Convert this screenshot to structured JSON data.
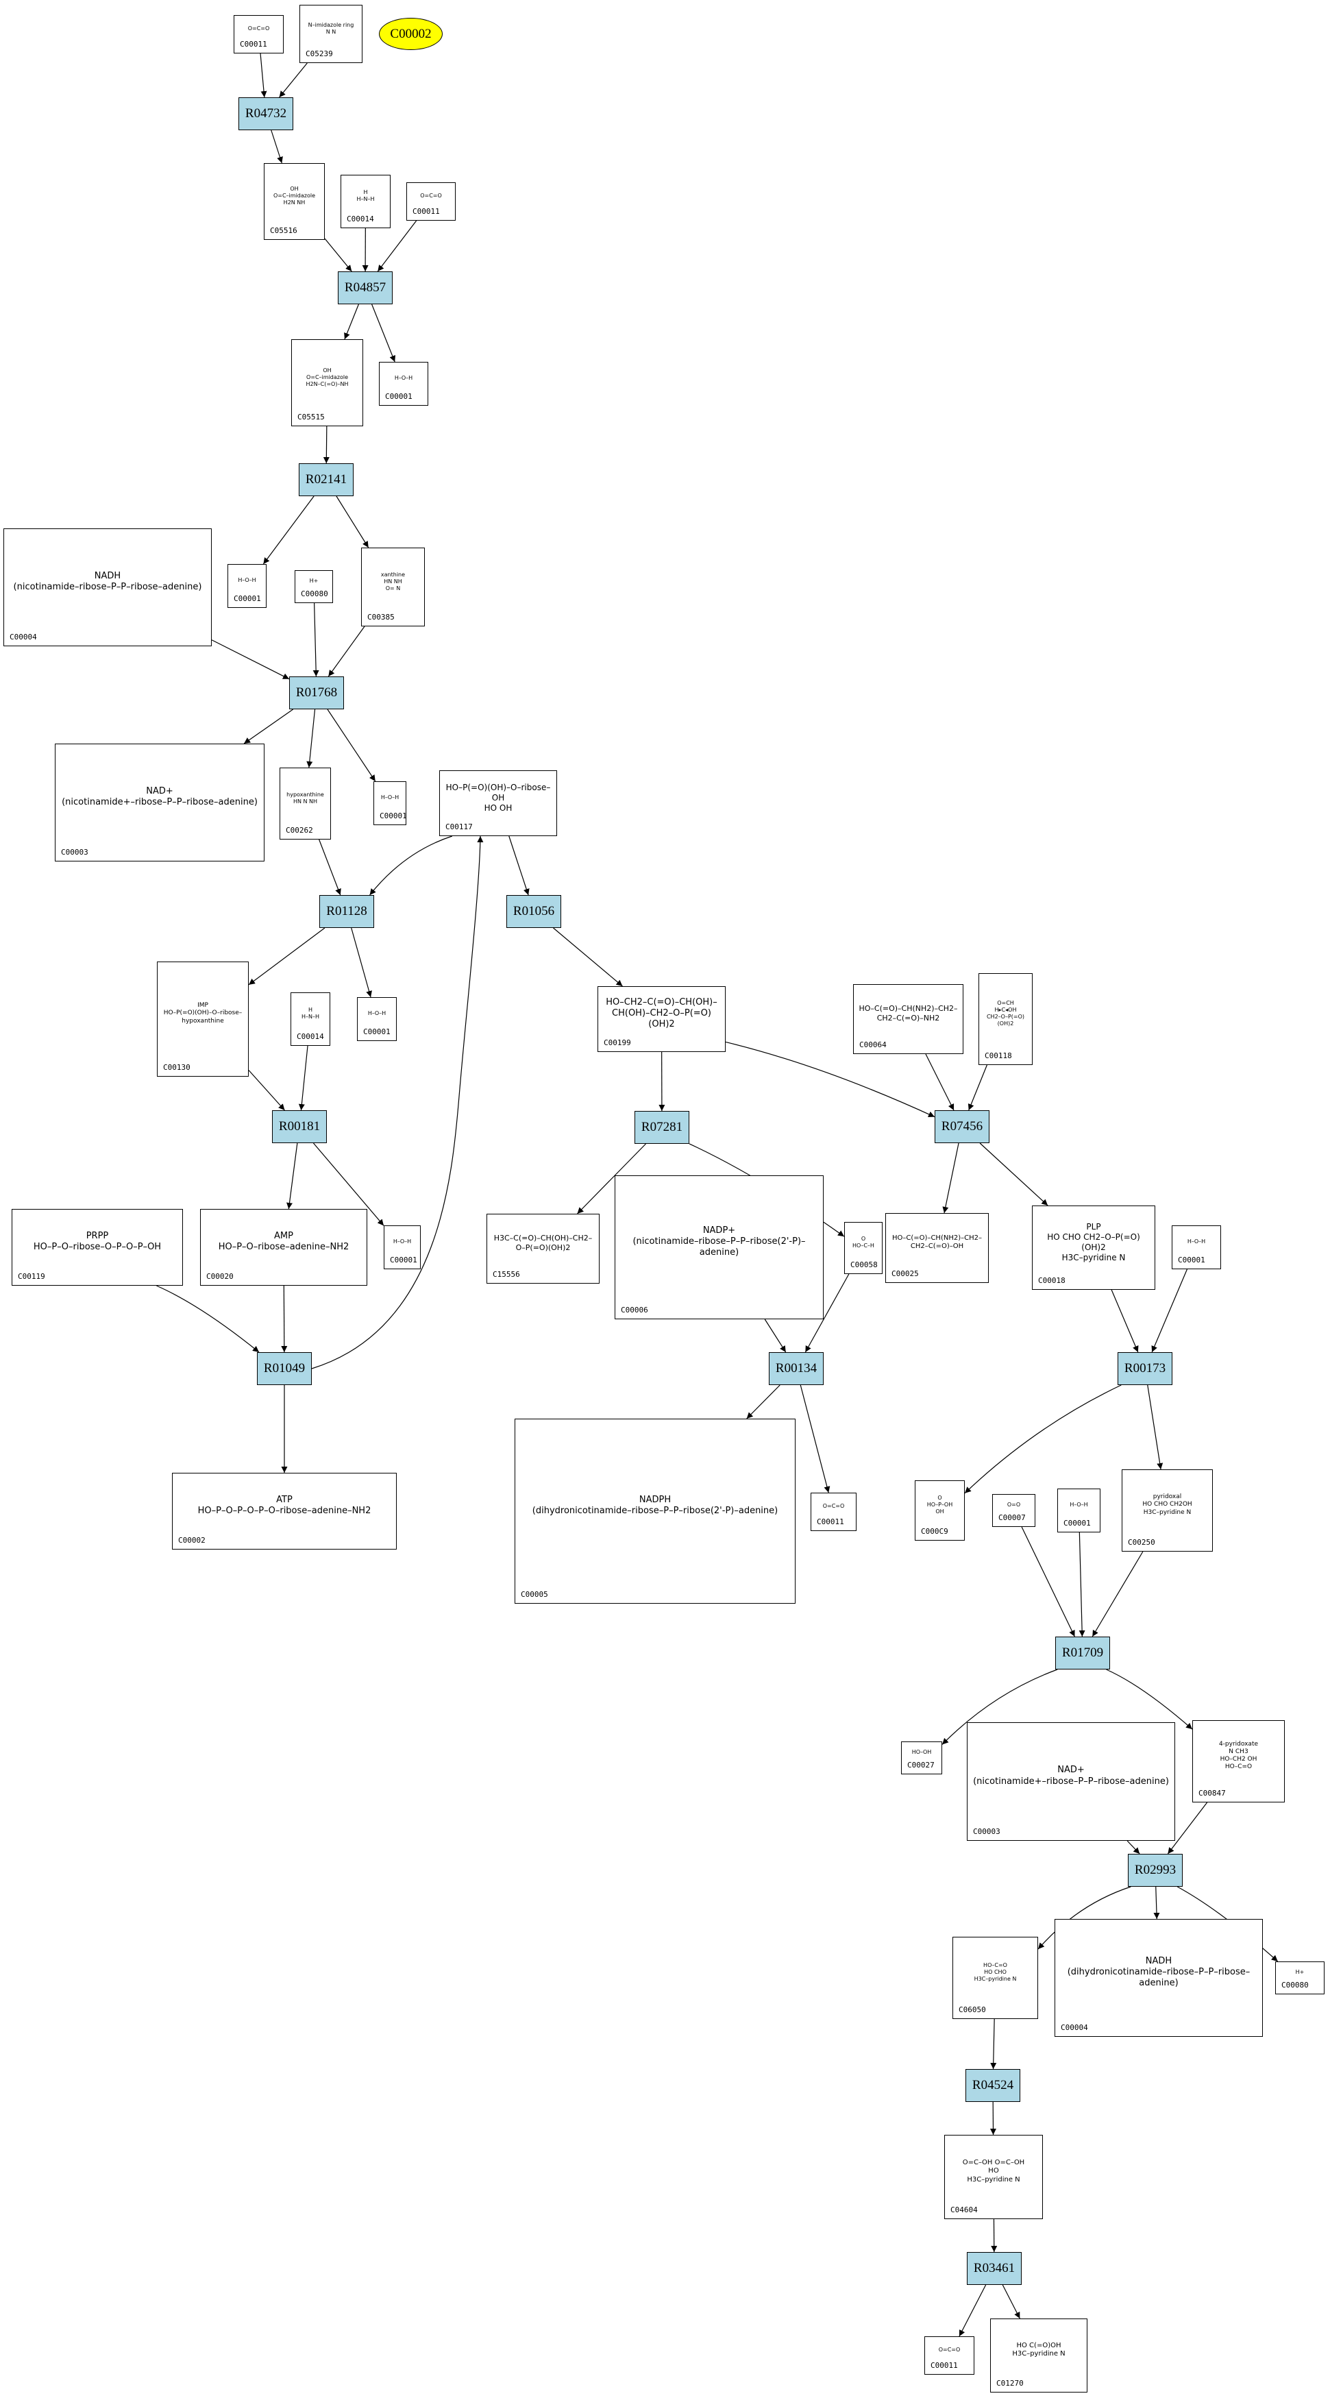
{
  "diagram": {
    "type": "metabolic-pathway-graph",
    "highlight_color": "#ffff00",
    "reaction_color": "#add8e6",
    "legend_node": {
      "label": "C00002"
    },
    "reactions": [
      {
        "id": "R04732"
      },
      {
        "id": "R04857"
      },
      {
        "id": "R02141"
      },
      {
        "id": "R01768"
      },
      {
        "id": "R01128"
      },
      {
        "id": "R01056"
      },
      {
        "id": "R00181"
      },
      {
        "id": "R01049"
      },
      {
        "id": "R07281"
      },
      {
        "id": "R07456"
      },
      {
        "id": "R00134"
      },
      {
        "id": "R00173"
      },
      {
        "id": "R01709"
      },
      {
        "id": "R02993"
      },
      {
        "id": "R04524"
      },
      {
        "id": "R03461"
      }
    ],
    "compounds": [
      {
        "key": "c00011a",
        "id": "C00011",
        "structure": "O=C=O"
      },
      {
        "key": "c05239",
        "id": "C05239",
        "structure": "N–imidazole ring\nN  N"
      },
      {
        "key": "c05516",
        "id": "C05516",
        "structure": "OH\nO=C–imidazole\nH2N   NH"
      },
      {
        "key": "c00014a",
        "id": "C00014",
        "structure": "H\nH–N–H"
      },
      {
        "key": "c00011b",
        "id": "C00011",
        "structure": "O=C=O"
      },
      {
        "key": "c05515",
        "id": "C05515",
        "structure": "OH\nO=C–imidazole\nH2N–C(=O)–NH"
      },
      {
        "key": "c00001a",
        "id": "C00001",
        "structure": "H–O–H"
      },
      {
        "key": "c00004a",
        "id": "C00004",
        "structure": "NADH\n(nicotinamide–ribose–P–P–ribose–adenine)"
      },
      {
        "key": "c00001b",
        "id": "C00001",
        "structure": "H–O–H"
      },
      {
        "key": "c00080a",
        "id": "C00080",
        "structure": "H+"
      },
      {
        "key": "c00385",
        "id": "C00385",
        "structure": "xanthine\nHN  NH\nO=  N"
      },
      {
        "key": "c00003a",
        "id": "C00003",
        "structure": "NAD+\n(nicotinamide+–ribose–P–P–ribose–adenine)"
      },
      {
        "key": "c00262",
        "id": "C00262",
        "structure": "hypoxanthine\nHN  N  NH"
      },
      {
        "key": "c00001c",
        "id": "C00001",
        "structure": "H–O–H"
      },
      {
        "key": "c00117",
        "id": "C00117",
        "structure": "HO–P(=O)(OH)–O–ribose–OH\nHO  OH"
      },
      {
        "key": "c00130",
        "id": "C00130",
        "structure": "IMP\nHO–P(=O)(OH)–O–ribose–hypoxanthine"
      },
      {
        "key": "c00014b",
        "id": "C00014",
        "structure": "H\nH–N–H"
      },
      {
        "key": "c00001d",
        "id": "C00001",
        "structure": "H–O–H"
      },
      {
        "key": "c00119",
        "id": "C00119",
        "structure": "PRPP\nHO–P–O–ribose–O–P–O–P–OH"
      },
      {
        "key": "c00020",
        "id": "C00020",
        "structure": "AMP\nHO–P–O–ribose–adenine–NH2"
      },
      {
        "key": "c00001e",
        "id": "C00001",
        "structure": "H–O–H"
      },
      {
        "key": "c00002",
        "id": "C00002",
        "structure": "ATP\nHO–P–O–P–O–P–O–ribose–adenine–NH2"
      },
      {
        "key": "c00199",
        "id": "C00199",
        "structure": "HO–CH2–C(=O)–CH(OH)–CH(OH)–CH2–O–P(=O)(OH)2"
      },
      {
        "key": "c00064",
        "id": "C00064",
        "structure": "HO–C(=O)–CH(NH2)–CH2–CH2–C(=O)–NH2"
      },
      {
        "key": "c00118",
        "id": "C00118",
        "structure": "O=CH\nH▸C◂OH\nCH2–O–P(=O)(OH)2"
      },
      {
        "key": "c15556",
        "id": "C15556",
        "structure": "H3C–C(=O)–CH(OH)–CH2–O–P(=O)(OH)2"
      },
      {
        "key": "c00006",
        "id": "C00006",
        "structure": "NADP+\n(nicotinamide–ribose–P–P–ribose(2'-P)–adenine)"
      },
      {
        "key": "c00058",
        "id": "C00058",
        "structure": "O\nHO–C–H"
      },
      {
        "key": "c00025",
        "id": "C00025",
        "structure": "HO–C(=O)–CH(NH2)–CH2–CH2–C(=O)–OH"
      },
      {
        "key": "c00018",
        "id": "C00018",
        "structure": "PLP\nHO  CHO  CH2–O–P(=O)(OH)2\nH3C–pyridine N"
      },
      {
        "key": "c00001f",
        "id": "C00001",
        "structure": "H–O–H"
      },
      {
        "key": "c00005",
        "id": "C00005",
        "structure": "NADPH\n(dihydronicotinamide–ribose–P–P–ribose(2'-P)–adenine)"
      },
      {
        "key": "c00011c",
        "id": "C00011",
        "structure": "O=C=O"
      },
      {
        "key": "c00009",
        "id": "C000C9",
        "structure": "O\nHO–P–OH\nOH"
      },
      {
        "key": "c00007",
        "id": "C00007",
        "structure": "O=O"
      },
      {
        "key": "c00001g",
        "id": "C00001",
        "structure": "H–O–H"
      },
      {
        "key": "c00250",
        "id": "C00250",
        "structure": "pyridoxal\nHO  CHO  CH2OH\nH3C–pyridine N"
      },
      {
        "key": "c00027",
        "id": "C00027",
        "structure": "HO–OH"
      },
      {
        "key": "c00003b",
        "id": "C00003",
        "structure": "NAD+\n(nicotinamide+–ribose–P–P–ribose–adenine)"
      },
      {
        "key": "c00847",
        "id": "C00847",
        "structure": "4-pyridoxate\nN  CH3\nHO–CH2  OH\nHO–C=O"
      },
      {
        "key": "c06050",
        "id": "C06050",
        "structure": "HO–C=O\nHO  CHO\nH3C–pyridine N"
      },
      {
        "key": "c00004b",
        "id": "C00004",
        "structure": "NADH\n(dihydronicotinamide–ribose–P–P–ribose–adenine)"
      },
      {
        "key": "c00080b",
        "id": "C00080",
        "structure": "H+"
      },
      {
        "key": "c04604",
        "id": "C04604",
        "structure": "O=C–OH  O=C–OH\nHO\nH3C–pyridine N"
      },
      {
        "key": "c00011d",
        "id": "C00011",
        "structure": "O=C=O"
      },
      {
        "key": "c01270",
        "id": "C01270",
        "structure": "HO   C(=O)OH\nH3C–pyridine N"
      }
    ],
    "edges": [
      [
        "c00011a",
        "R04732"
      ],
      [
        "c05239",
        "R04732"
      ],
      [
        "R04732",
        "c05516"
      ],
      [
        "c05516",
        "R04857"
      ],
      [
        "c00014a",
        "R04857"
      ],
      [
        "c00011b",
        "R04857"
      ],
      [
        "R04857",
        "c05515"
      ],
      [
        "R04857",
        "c00001a"
      ],
      [
        "c05515",
        "R02141"
      ],
      [
        "R02141",
        "c00001b"
      ],
      [
        "R02141",
        "c00385"
      ],
      [
        "c00004a",
        "R01768"
      ],
      [
        "c00080a",
        "R01768"
      ],
      [
        "c00385",
        "R01768"
      ],
      [
        "R01768",
        "c00003a"
      ],
      [
        "R01768",
        "c00262"
      ],
      [
        "R01768",
        "c00001c"
      ],
      [
        "c00262",
        "R01128"
      ],
      [
        "c00117",
        "R01128"
      ],
      [
        "R01128",
        "c00130"
      ],
      [
        "R01128",
        "c00001d"
      ],
      [
        "c00117",
        "R01056"
      ],
      [
        "R01056",
        "c00199"
      ],
      [
        "c00130",
        "R00181"
      ],
      [
        "c00014b",
        "R00181"
      ],
      [
        "R00181",
        "c00020"
      ],
      [
        "R00181",
        "c00001e"
      ],
      [
        "c00119",
        "R01049"
      ],
      [
        "c00020",
        "R01049"
      ],
      [
        "R01049",
        "c00002"
      ],
      [
        "R01049",
        "c00117"
      ],
      [
        "c00199",
        "R07281"
      ],
      [
        "R07281",
        "c15556"
      ],
      [
        "R07281",
        "c00058"
      ],
      [
        "c00199",
        "R07456"
      ],
      [
        "c00064",
        "R07456"
      ],
      [
        "c00118",
        "R07456"
      ],
      [
        "R07456",
        "c00025"
      ],
      [
        "R07456",
        "c00018"
      ],
      [
        "c00006",
        "R00134"
      ],
      [
        "c00058",
        "R00134"
      ],
      [
        "R00134",
        "c00005"
      ],
      [
        "R00134",
        "c00011c"
      ],
      [
        "c00018",
        "R00173"
      ],
      [
        "c00001f",
        "R00173"
      ],
      [
        "R00173",
        "c00009"
      ],
      [
        "R00173",
        "c00250"
      ],
      [
        "c00007",
        "R01709"
      ],
      [
        "c00001g",
        "R01709"
      ],
      [
        "c00250",
        "R01709"
      ],
      [
        "R01709",
        "c00027"
      ],
      [
        "R01709",
        "c00847"
      ],
      [
        "c00003b",
        "R02993"
      ],
      [
        "c00847",
        "R02993"
      ],
      [
        "R02993",
        "c06050"
      ],
      [
        "R02993",
        "c00004b"
      ],
      [
        "R02993",
        "c00080b"
      ],
      [
        "c06050",
        "R04524"
      ],
      [
        "R04524",
        "c04604"
      ],
      [
        "c04604",
        "R03461"
      ],
      [
        "R03461",
        "c00011d"
      ],
      [
        "R03461",
        "c01270"
      ]
    ]
  }
}
